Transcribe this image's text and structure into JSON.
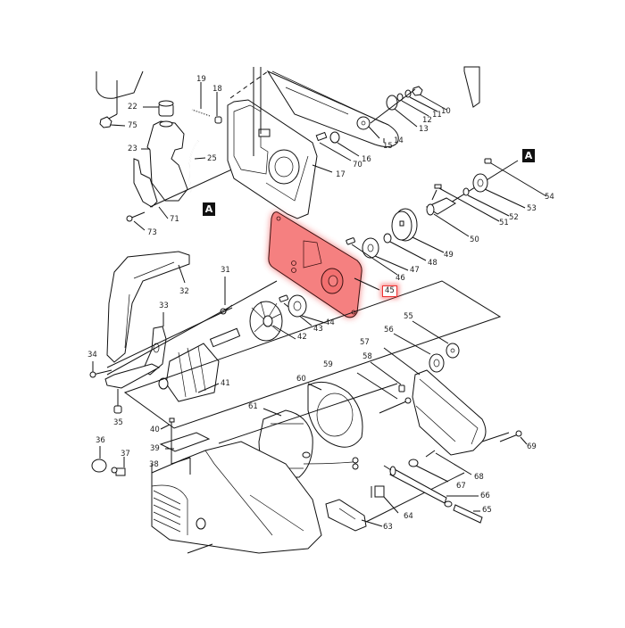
{
  "diagram": {
    "type": "exploded-parts-diagram",
    "subject": "electric chainsaw",
    "highlight": {
      "part": "45",
      "color": "#f05050"
    },
    "markers": [
      {
        "id": "A",
        "label": "A"
      },
      {
        "id": "A2",
        "label": "A"
      }
    ],
    "parts": {
      "p10": "10",
      "p11": "11",
      "p12": "12",
      "p13": "13",
      "p14": "14",
      "p15": "15",
      "p16": "16",
      "p17": "17",
      "p18": "18",
      "p19": "19",
      "p22": "22",
      "p23": "23",
      "p25": "25",
      "p31": "31",
      "p32": "32",
      "p33": "33",
      "p34": "34",
      "p35": "35",
      "p36": "36",
      "p37": "37",
      "p38": "38",
      "p39": "39",
      "p40": "40",
      "p41": "41",
      "p42": "42",
      "p43": "43",
      "p44": "44",
      "p45": "45",
      "p46": "46",
      "p47": "47",
      "p48": "48",
      "p49": "49",
      "p50": "50",
      "p51": "51",
      "p52": "52",
      "p53": "53",
      "p54": "54",
      "p55": "55",
      "p56": "56",
      "p57": "57",
      "p58": "58",
      "p59": "59",
      "p60": "60",
      "p61": "61",
      "p63": "63",
      "p64": "64",
      "p65": "65",
      "p66": "66",
      "p67": "67",
      "p68": "68",
      "p69": "69",
      "p70": "70",
      "p71": "71",
      "p73": "73",
      "p75": "75"
    }
  }
}
